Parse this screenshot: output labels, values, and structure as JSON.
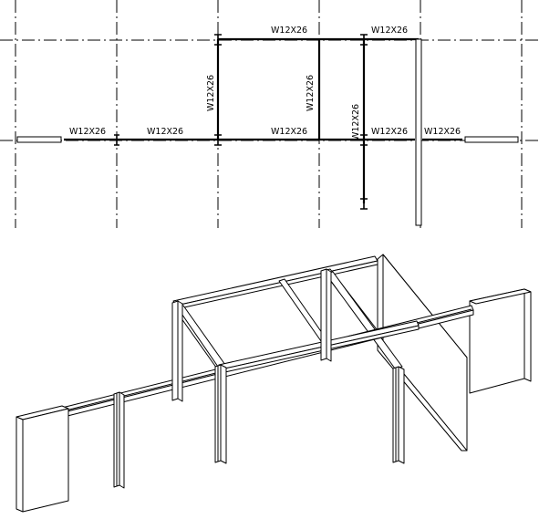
{
  "plan_view": {
    "beam_labels": [
      "W12X26",
      "W12X26",
      "W12X26",
      "W12X26",
      "W12X26",
      "W12X26",
      "W12X26",
      "W12X26",
      "W12X26",
      "W12X26"
    ]
  },
  "colors": {
    "background": "#ffffff",
    "line": "#000000"
  }
}
